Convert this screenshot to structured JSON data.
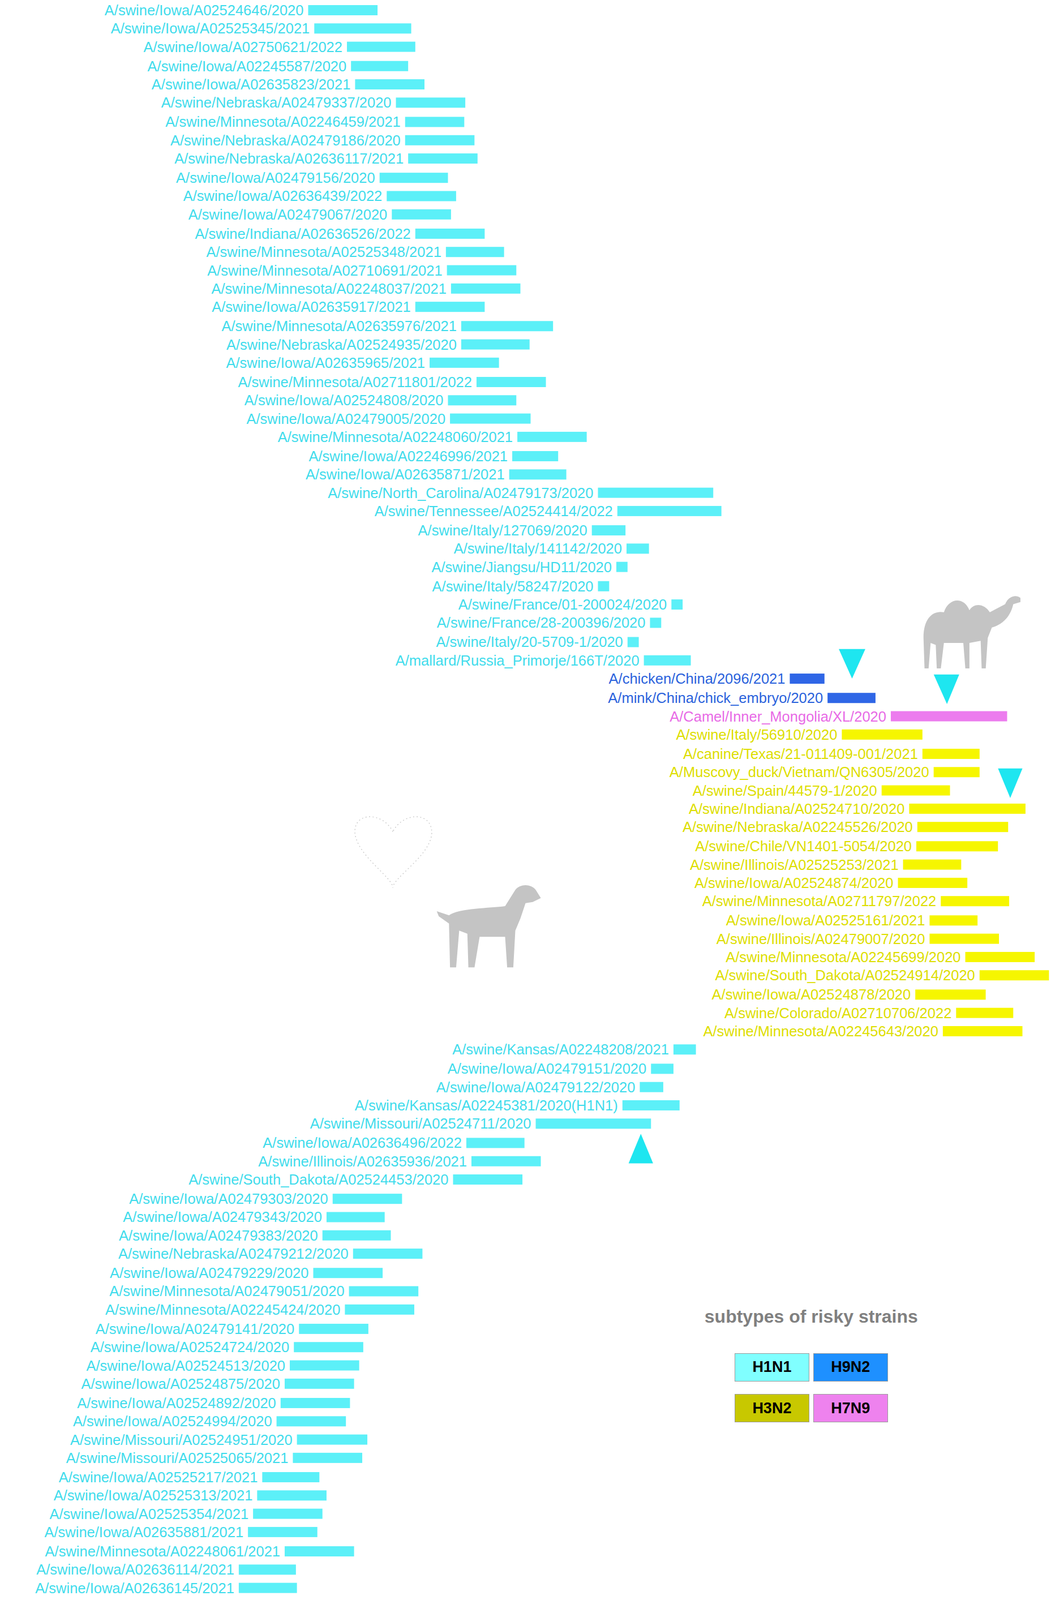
{
  "diagram": {
    "labels": [
      "A/swine/Iowa/A02524646/2020",
      "A/swine/Iowa/A02525345/2021",
      "A/swine/Iowa/A02750621/2022",
      "A/swine/Iowa/A02245587/2020",
      "A/swine/Iowa/A02635823/2021",
      "A/swine/Nebraska/A02479337/2020",
      "A/swine/Minnesota/A02246459/2021",
      "A/swine/Nebraska/A02479186/2020",
      "A/swine/Nebraska/A02636117/2021",
      "A/swine/Iowa/A02479156/2020",
      "A/swine/Iowa/A02636439/2022",
      "A/swine/Iowa/A02479067/2020",
      "A/swine/Indiana/A02636526/2022",
      "A/swine/Minnesota/A02525348/2021",
      "A/swine/Minnesota/A02710691/2021",
      "A/swine/Minnesota/A02248037/2021",
      "A/swine/Iowa/A02635917/2021",
      "A/swine/Minnesota/A02635976/2021",
      "A/swine/Nebraska/A02524935/2020",
      "A/swine/Iowa/A02635965/2021",
      "A/swine/Minnesota/A02711801/2022",
      "A/swine/Iowa/A02524808/2020",
      "A/swine/Iowa/A02479005/2020",
      "A/swine/Minnesota/A02248060/2021",
      "A/swine/Iowa/A02246996/2021",
      "A/swine/Iowa/A02635871/2021",
      "A/swine/North_Carolina/A02479173/2020",
      "A/swine/Tennessee/A02524414/2022",
      "A/swine/Italy/127069/2020",
      "A/swine/Italy/141142/2020",
      "A/swine/Jiangsu/HD11/2020",
      "A/swine/Italy/58247/2020",
      "A/swine/France/01-200024/2020",
      "A/swine/France/28-200396/2020",
      "A/swine/Italy/20-5709-1/2020",
      "A/mallard/Russia_Primorje/166T/2020",
      "A/chicken/China/2096/2021",
      "A/mink/China/chick_embryo/2020",
      "A/Camel/Inner_Mongolia/XL/2020",
      "A/swine/Italy/56910/2020",
      "A/canine/Texas/21-011409-001/2021",
      "A/Muscovy_duck/Vietnam/QN6305/2020",
      "A/swine/Spain/44579-1/2020",
      "A/swine/Indiana/A02524710/2020",
      "A/swine/Nebraska/A02245526/2020",
      "A/swine/Chile/VN1401-5054/2020",
      "A/swine/Illinois/A02525253/2021",
      "A/swine/Iowa/A02524874/2020",
      "A/swine/Minnesota/A02711797/2022",
      "A/swine/Iowa/A02525161/2021",
      "A/swine/Illinois/A02479007/2020",
      "A/swine/Minnesota/A02245699/2020",
      "A/swine/South_Dakota/A02524914/2020",
      "A/swine/Iowa/A02524878/2020",
      "A/swine/Colorado/A02710706/2022",
      "A/swine/Minnesota/A02245643/2020",
      "A/swine/Kansas/A02248208/2021",
      "A/swine/Iowa/A02479151/2020",
      "A/swine/Iowa/A02479122/2020",
      "A/swine/Kansas/A02245381/2020(H1N1)",
      "A/swine/Missouri/A02524711/2020",
      "A/swine/Iowa/A02636496/2022",
      "A/swine/Illinois/A02635936/2021",
      "A/swine/South_Dakota/A02524453/2020",
      "A/swine/Iowa/A02479303/2020",
      "A/swine/Iowa/A02479343/2020",
      "A/swine/Iowa/A02479383/2020",
      "A/swine/Nebraska/A02479212/2020",
      "A/swine/Iowa/A02479229/2020",
      "A/swine/Minnesota/A02479051/2020",
      "A/swine/Minnesota/A02245424/2020",
      "A/swine/Iowa/A02479141/2020",
      "A/swine/Iowa/A02524724/2020",
      "A/swine/Iowa/A02524513/2020",
      "A/swine/Iowa/A02524875/2020",
      "A/swine/Iowa/A02524892/2020",
      "A/swine/Iowa/A02524994/2020",
      "A/swine/Missouri/A02524951/2020",
      "A/swine/Missouri/A02525065/2021",
      "A/swine/Iowa/A02525217/2021",
      "A/swine/Iowa/A02525313/2021",
      "A/swine/Iowa/A02525354/2021",
      "A/swine/Iowa/A02635881/2021",
      "A/swine/Minnesota/A02248061/2021",
      "A/swine/Iowa/A02636114/2021",
      "A/swine/Iowa/A02636145/2021",
      "subtypes of risky strains"
    ],
    "legend": [
      {
        "text": "H1N1",
        "color": "#80ffff"
      },
      {
        "text": "H9N2",
        "color": "#1e90ff"
      },
      {
        "text": "H3N2",
        "color": "#c8c800"
      },
      {
        "text": "H7N9",
        "color": "#ee82ee"
      }
    ]
  }
}
